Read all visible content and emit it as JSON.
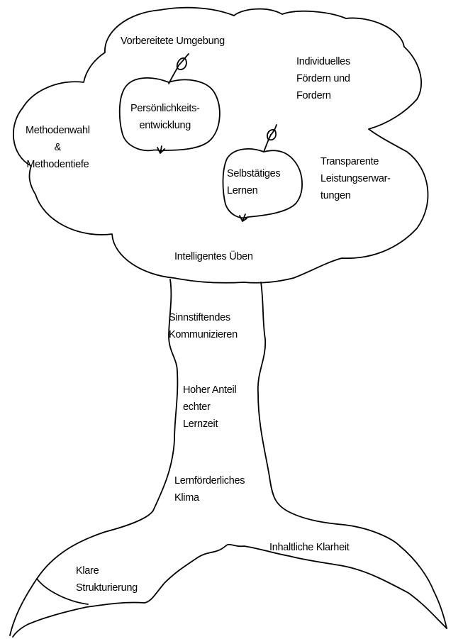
{
  "labels": {
    "vorbereitete": "Vorbereitete Umgebung",
    "individuelles": "Individuelles\nFördern und\nFordern",
    "persoenlichkeit": "Persönlichkeits-\nentwicklung",
    "methodenwahl": "Methodenwahl\n&\nMethodentiefe",
    "selbstaetiges": "Selbstätiges\nLernen",
    "transparente": "Transparente\nLeistungserwar-\ntungen",
    "intelligentes": "Intelligentes Üben",
    "sinnstiftendes": "Sinnstiftendes\nKommunizieren",
    "hoher_anteil": "Hoher Anteil\nechter\nLernzeit",
    "lernfoerderliches": "Lernförderliches\nKlima",
    "inhaltliche": "Inhaltliche Klarheit",
    "klare": "Klare\nStrukturierung"
  },
  "style": {
    "stroke": "#000000",
    "background": "#ffffff"
  }
}
